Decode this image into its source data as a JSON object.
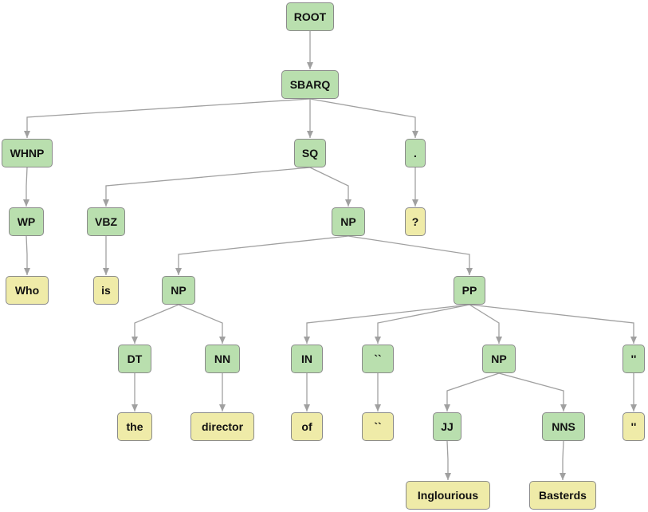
{
  "nodes": [
    {
      "id": "n1",
      "label": "ROOT",
      "kind": "phrase"
    },
    {
      "id": "n2",
      "label": "SBARQ",
      "kind": "phrase"
    },
    {
      "id": "n3",
      "label": "WHNP",
      "kind": "phrase"
    },
    {
      "id": "n4",
      "label": "SQ",
      "kind": "phrase"
    },
    {
      "id": "n5",
      "label": ".",
      "kind": "phrase"
    },
    {
      "id": "n6",
      "label": "WP",
      "kind": "phrase"
    },
    {
      "id": "n7",
      "label": "VBZ",
      "kind": "phrase"
    },
    {
      "id": "n8",
      "label": "NP",
      "kind": "phrase"
    },
    {
      "id": "n9",
      "label": "?",
      "kind": "token"
    },
    {
      "id": "n10",
      "label": "Who",
      "kind": "token"
    },
    {
      "id": "n11",
      "label": "is",
      "kind": "token"
    },
    {
      "id": "n12",
      "label": "NP",
      "kind": "phrase"
    },
    {
      "id": "n13",
      "label": "PP",
      "kind": "phrase"
    },
    {
      "id": "n14",
      "label": "DT",
      "kind": "phrase"
    },
    {
      "id": "n15",
      "label": "NN",
      "kind": "phrase"
    },
    {
      "id": "n16",
      "label": "IN",
      "kind": "phrase"
    },
    {
      "id": "n17",
      "label": "``",
      "kind": "phrase"
    },
    {
      "id": "n18",
      "label": "NP",
      "kind": "phrase"
    },
    {
      "id": "n19",
      "label": "''",
      "kind": "phrase"
    },
    {
      "id": "n20",
      "label": "the",
      "kind": "token"
    },
    {
      "id": "n21",
      "label": "director",
      "kind": "token"
    },
    {
      "id": "n22",
      "label": "of",
      "kind": "token"
    },
    {
      "id": "n23",
      "label": "``",
      "kind": "token"
    },
    {
      "id": "n24",
      "label": "JJ",
      "kind": "phrase"
    },
    {
      "id": "n25",
      "label": "NNS",
      "kind": "phrase"
    },
    {
      "id": "n26",
      "label": "''",
      "kind": "token"
    },
    {
      "id": "n27",
      "label": "Inglourious",
      "kind": "token"
    },
    {
      "id": "n28",
      "label": "Basterds",
      "kind": "token"
    }
  ],
  "edges": [
    [
      "n1",
      "n2"
    ],
    [
      "n2",
      "n3"
    ],
    [
      "n2",
      "n4"
    ],
    [
      "n2",
      "n5"
    ],
    [
      "n3",
      "n6"
    ],
    [
      "n4",
      "n7"
    ],
    [
      "n4",
      "n8"
    ],
    [
      "n5",
      "n9"
    ],
    [
      "n6",
      "n10"
    ],
    [
      "n7",
      "n11"
    ],
    [
      "n8",
      "n12"
    ],
    [
      "n8",
      "n13"
    ],
    [
      "n12",
      "n14"
    ],
    [
      "n12",
      "n15"
    ],
    [
      "n13",
      "n16"
    ],
    [
      "n13",
      "n17"
    ],
    [
      "n13",
      "n18"
    ],
    [
      "n13",
      "n19"
    ],
    [
      "n14",
      "n20"
    ],
    [
      "n15",
      "n21"
    ],
    [
      "n16",
      "n22"
    ],
    [
      "n17",
      "n23"
    ],
    [
      "n18",
      "n24"
    ],
    [
      "n18",
      "n25"
    ],
    [
      "n19",
      "n26"
    ],
    [
      "n24",
      "n27"
    ],
    [
      "n25",
      "n28"
    ]
  ],
  "colors": {
    "phrase": "#b9dfae",
    "token": "#efeba8",
    "edge": "#a0a0a0",
    "border": "#8a8a8a"
  }
}
